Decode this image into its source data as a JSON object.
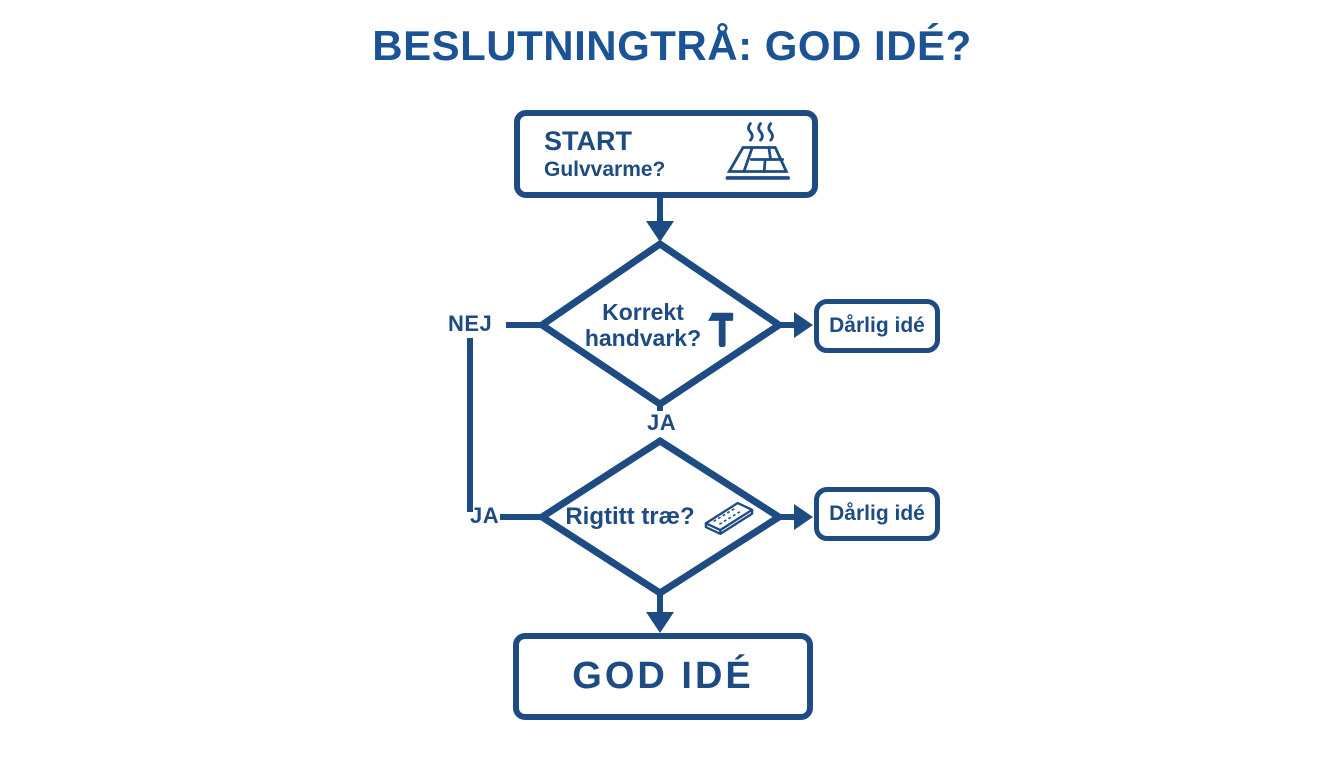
{
  "title": "BESLUTNINGTRÅ: GOD IDÉ?",
  "colors": {
    "background": "#ffffff",
    "title_blue": "#1b5394",
    "shape_blue": "#1e4c82"
  },
  "flowchart": {
    "start": {
      "label": "START",
      "sublabel": "Gulvvarme?",
      "icon": "floor-heating-icon"
    },
    "decision1": {
      "label_line1": "Korrekt",
      "label_line2": "handvark?",
      "icon": "hammer-icon"
    },
    "decision2": {
      "label": "Rigtitt træ?",
      "icon": "wood-plank-icon"
    },
    "bad1": {
      "label": "Dårlig idé"
    },
    "bad2": {
      "label": "Dårlig idé"
    },
    "good": {
      "label": "GOD IDÉ"
    },
    "edge_labels": {
      "nej": "NEJ",
      "ja_left": "JA",
      "ja_mid": "JA"
    }
  }
}
